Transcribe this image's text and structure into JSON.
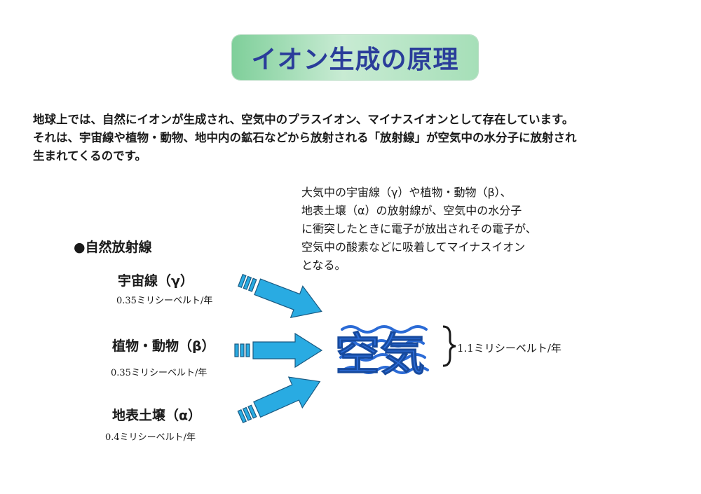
{
  "title": "イオン生成の原理",
  "intro": [
    "地球上では、自然にイオンが生成され、空気中のプラスイオン、マイナスイオンとして存在しています。",
    "それは、宇宙線や植物・動物、地中内の鉱石などから放射される「放射線」が空気中の水分子に放射され",
    "生まれてくるのです。"
  ],
  "note": [
    "大気中の宇宙線（γ）や植物・動物（β）、",
    "地表土壌（α）の放射線が、空気中の水分子",
    "に衝突したときに電子が放出されその電子が、",
    "空気中の酸素などに吸着してマイナスイオン",
    "となる。"
  ],
  "heading": "●自然放射線",
  "sources": [
    {
      "label": "宇宙線（γ）",
      "value": "0.35ミリシーベルト/年"
    },
    {
      "label": "植物・動物（β）",
      "value": "0.35ミリシーベルト/年"
    },
    {
      "label": "地表土壌（α）",
      "value": "0.4ミリシーベルト/年"
    }
  ],
  "center_text": "空気",
  "total": "1.1ミリシーベルト/年",
  "colors": {
    "arrow": "#29abe2",
    "arrow_outline": "#1a5a82",
    "title_text": "#2a3d9a",
    "air_text": "#2b6bd6"
  }
}
